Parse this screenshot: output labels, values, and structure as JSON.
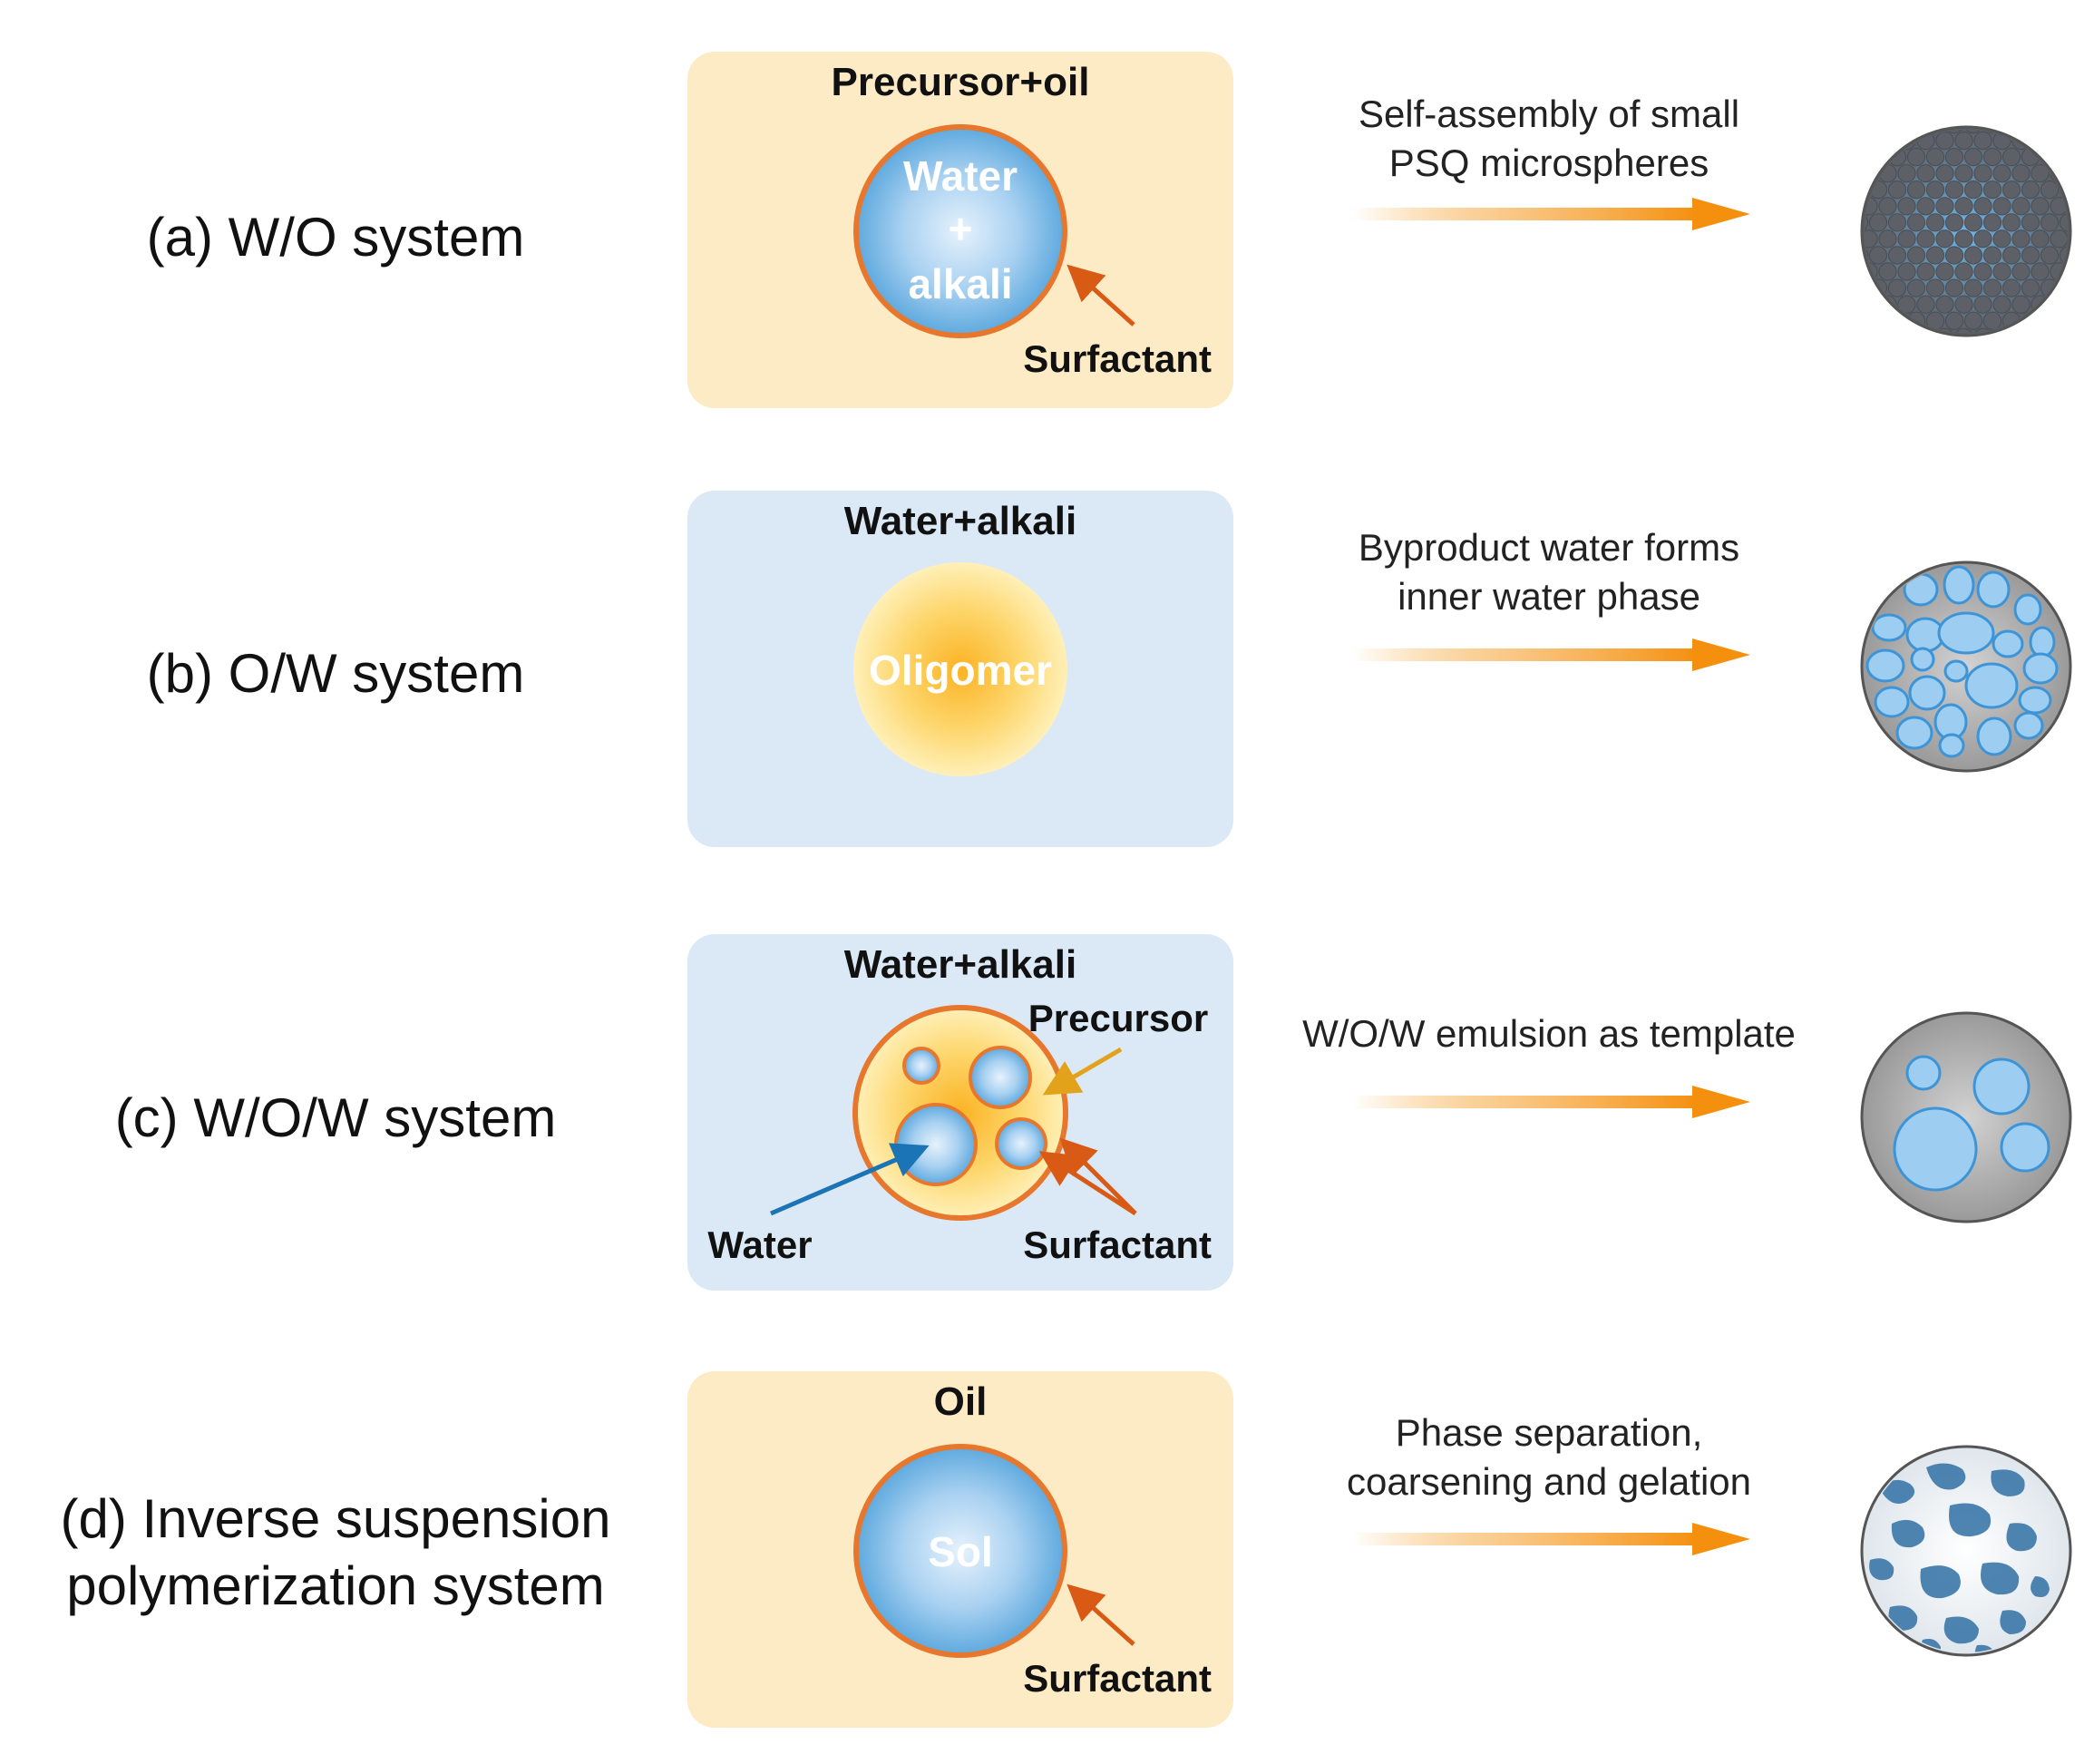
{
  "rows": {
    "a": {
      "system_label": "(a) W/O system",
      "box_title": "Precursor+oil",
      "droplet_lines": [
        "Water",
        "+",
        "alkali"
      ],
      "surfactant_label": "Surfactant",
      "process_lines": [
        "Self-assembly of small",
        "PSQ microspheres"
      ]
    },
    "b": {
      "system_label": "(b) O/W system",
      "box_title": "Water+alkali",
      "droplet_label": "Oligomer",
      "process_lines": [
        "Byproduct water forms",
        "inner water phase"
      ]
    },
    "c": {
      "system_label": "(c) W/O/W system",
      "box_title": "Water+alkali",
      "precursor_label": "Precursor",
      "water_label": "Water",
      "surfactant_label": "Surfactant",
      "process_lines": [
        "W/O/W emulsion as template"
      ]
    },
    "d": {
      "system_label_lines": [
        "(d) Inverse suspension",
        "polymerization system"
      ],
      "box_title": "Oil",
      "droplet_label": "Sol",
      "surfactant_label": "Surfactant",
      "process_lines": [
        "Phase separation,",
        "coarsening and gelation"
      ]
    }
  },
  "colors": {
    "oil_box": "#fdebc6",
    "water_box": "#dbe9f6",
    "surfactant": "#e8772e",
    "arrow": "#f59a1c",
    "water_droplet": "#8ec5ec",
    "particle_grey": "#8c8c8c"
  }
}
